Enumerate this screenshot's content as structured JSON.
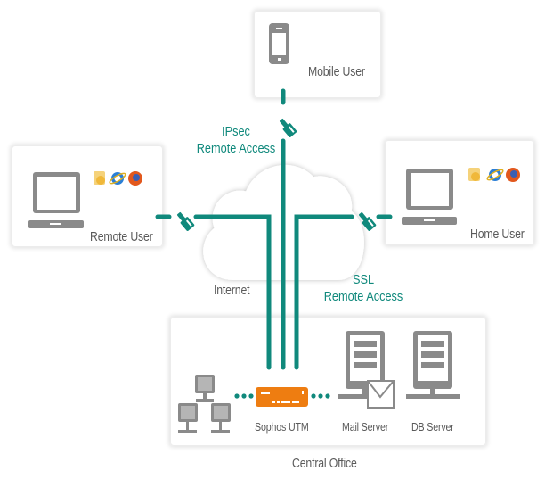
{
  "diagram": {
    "nodes": {
      "mobile_user": {
        "label": "Mobile User"
      },
      "remote_user": {
        "label": "Remote User"
      },
      "home_user": {
        "label": "Home User"
      },
      "internet": {
        "label": "Internet"
      },
      "sophos_utm": {
        "label": "Sophos UTM"
      },
      "mail_server": {
        "label": "Mail Server"
      },
      "db_server": {
        "label": "DB Server"
      },
      "central_office": {
        "label": "Central Office"
      }
    },
    "annotations": {
      "ipsec_line1": "IPsec",
      "ipsec_line2": "Remote Access",
      "ssl_line1": "SSL",
      "ssl_line2": "Remote Access"
    },
    "app_icons": [
      "outlook-icon",
      "internet-explorer-icon",
      "firefox-icon"
    ],
    "edges": [
      {
        "from": "mobile_user",
        "to": "sophos_utm",
        "type": "IPsec Remote Access"
      },
      {
        "from": "remote_user",
        "to": "sophos_utm",
        "type": "Remote Access"
      },
      {
        "from": "home_user",
        "to": "sophos_utm",
        "type": "SSL Remote Access"
      },
      {
        "from": "lan_clients",
        "to": "sophos_utm",
        "type": "local"
      },
      {
        "from": "sophos_utm",
        "to": "mail_server",
        "type": "local"
      }
    ],
    "colors": {
      "teal": "#10897c",
      "orange": "#ee7d11",
      "gray": "#8a8a8a"
    }
  }
}
